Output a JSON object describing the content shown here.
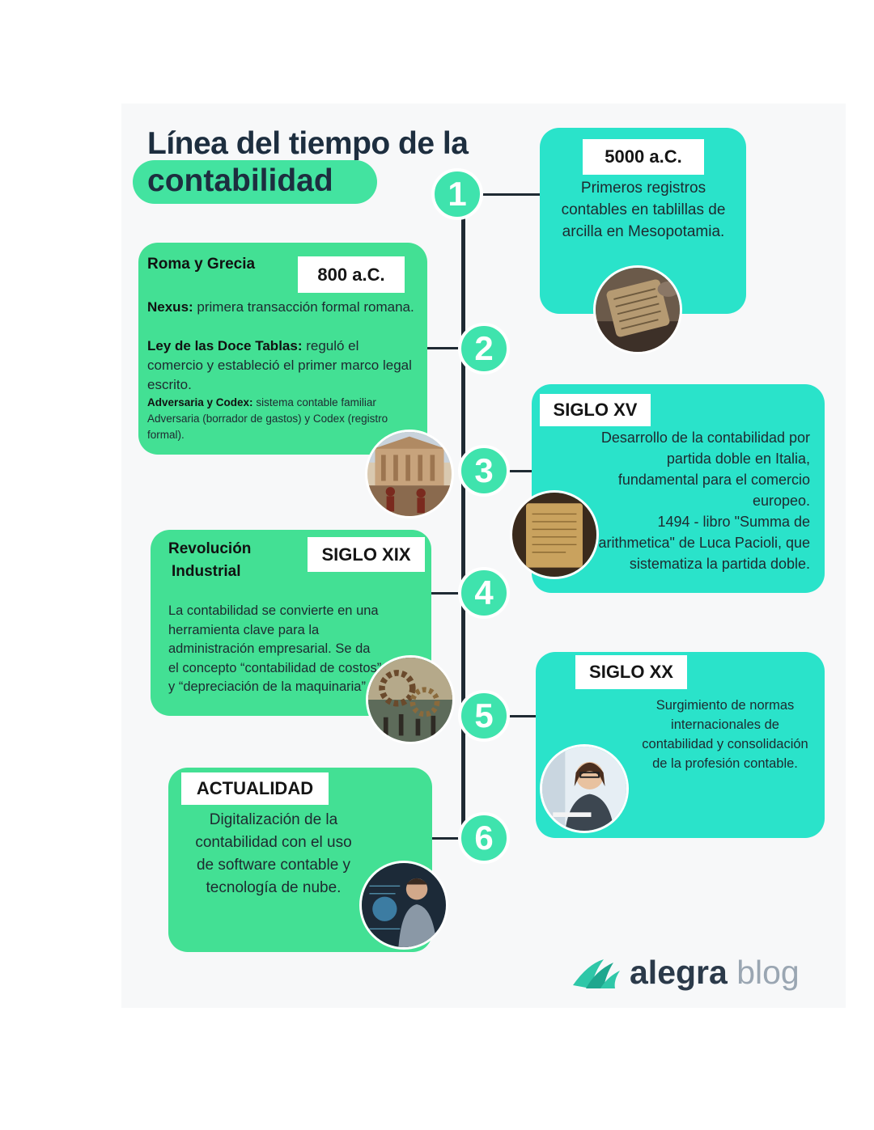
{
  "title": {
    "line1": "Línea del tiempo de la",
    "line2": "contabilidad"
  },
  "colors": {
    "green_card": "#43e094",
    "teal_card": "#2ae3ca",
    "node": "#3fe3ad",
    "title_text": "#1d2e3f"
  },
  "events": [
    {
      "number": "1",
      "date": "5000 a.C.",
      "text": "Primeros registros contables en tablillas de arcilla en Mesopotamia.",
      "image": "clay-tablet-photo"
    },
    {
      "number": "2",
      "date": "800 a.C.",
      "heading": "Roma y Grecia",
      "items": [
        {
          "term": "Nexus:",
          "desc": " primera transacción formal romana."
        },
        {
          "term": "Ley de las Doce Tablas:",
          "desc": " reguló el comercio y estableció el primer marco legal escrito."
        },
        {
          "term": "Adversaria y Codex:",
          "desc": " sistema contable familiar Adversaria (borrador de gastos) y Codex (registro formal)."
        }
      ],
      "image": "ancient-rome-street-photo"
    },
    {
      "number": "3",
      "date": "SIGLO XV",
      "text": "Desarrollo de la contabilidad por partida doble en Italia, fundamental para el comercio europeo.",
      "text2": "1494 - libro \"Summa de arithmetica\" de Luca Pacioli, que sistematiza la partida doble.",
      "image": "old-book-photo"
    },
    {
      "number": "4",
      "date": "SIGLO XIX",
      "heading_line1": "Revolución",
      "heading_line2": "Industrial",
      "text": "La contabilidad se convierte en una herramienta clave para la administración empresarial. Se da el concepto “contabilidad de costos” y “depreciación de la maquinaria”.",
      "image": "industrial-gears-photo"
    },
    {
      "number": "5",
      "date": "SIGLO XX",
      "text": "Surgimiento de normas internacionales de contabilidad y consolidación de la profesión contable.",
      "image": "accountant-woman-photo"
    },
    {
      "number": "6",
      "date": "ACTUALIDAD",
      "text": "Digitalización de la contabilidad con el uso de software contable y tecnología de nube.",
      "image": "digital-technology-photo"
    }
  ],
  "logo": {
    "brand": "alegra",
    "suffix": " blog"
  }
}
